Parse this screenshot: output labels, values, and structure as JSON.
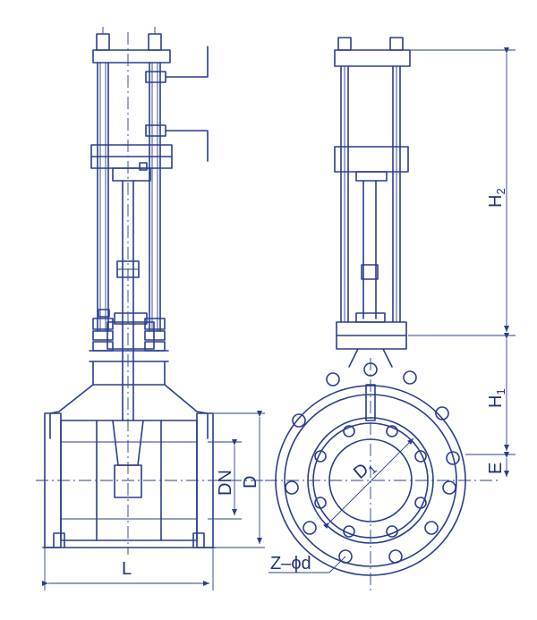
{
  "labels": {
    "length": "L",
    "nominal_diameter": "DN",
    "flange_outer": "D",
    "height_upper": "H",
    "height_upper_sub": "2",
    "height_lower": "H",
    "height_lower_sub": "1",
    "offset": "E",
    "bolt_circle": "D",
    "bolt_circle_sub": "1",
    "bolt_spec": "Z–ϕd"
  },
  "colors": {
    "line": "#2a3e8c",
    "paper": "#ffffff"
  }
}
